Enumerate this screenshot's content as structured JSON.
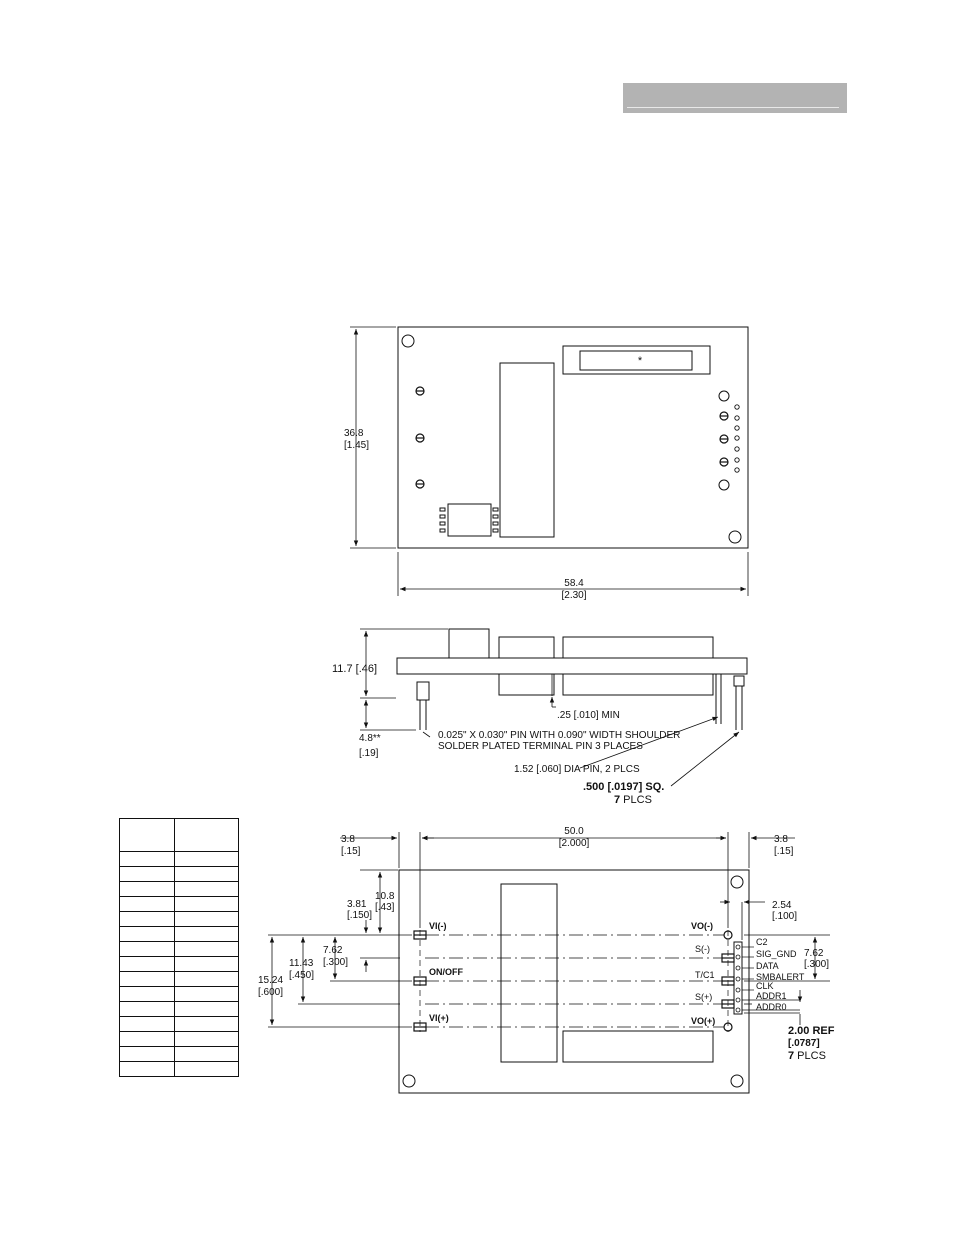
{
  "header": {
    "color": "#b3b3b3"
  },
  "top_view": {
    "star": "*",
    "height_mm": "36.8",
    "height_in": "[1.45]",
    "width_mm": "58.4",
    "width_in": "[2.30]"
  },
  "side_view": {
    "height_label": "11.7 [.46]",
    "pin_length_mm": "4.8**",
    "pin_length_in": "[.19]",
    "standoff": ".25 [.010] MIN",
    "pin_note_1": "0.025\" X 0.030\" PIN WITH 0.090\" WIDTH SHOULDER",
    "pin_note_2": "SOLDER PLATED TERMINAL PIN  3 PLACES",
    "dia_pin": "1.52 [.060] DIA PIN, 2 PLCS",
    "sq_pin_bold": ".500 [.0197] SQ.",
    "sq_pin_count_num": "7",
    "sq_pin_count_word": " PLCS"
  },
  "bottom_view": {
    "left_margin_mm": "3.8",
    "left_margin_in": "[.15]",
    "span_mm": "50.0",
    "span_in": "[2.000]",
    "right_margin_mm": "3.8",
    "right_margin_in": "[.15]",
    "d381_mm": "3.81",
    "d381_in": "[.150]",
    "d108_mm": "10.8",
    "d108_in": "[.43]",
    "d762_mm": "7.62",
    "d762_in": "[.300]",
    "d1143_mm": "11.43",
    "d1143_in": "[.450]",
    "d1524_mm": "15.24",
    "d1524_in": "[.600]",
    "d254_mm": "2.54",
    "d254_in": "[.100]",
    "r762_mm": "7.62",
    "r762_in": "[.300]",
    "ref_bold": "2.00 REF",
    "ref_in": "[.0787]",
    "ref_count_num": "7",
    "ref_count_word": " PLCS",
    "pins_left": [
      "VI(-)",
      "ON/OFF",
      "VI(+)"
    ],
    "pins_right": [
      "VO(-)",
      "S(-)",
      "T/C1",
      "S(+)",
      "VO(+)"
    ],
    "signal_pins": [
      "C2",
      "SIG_GND",
      "DATA",
      "SMBALERT",
      "CLK",
      "ADDR1",
      "ADDR0"
    ]
  },
  "pin_table": {
    "rows": 15
  }
}
